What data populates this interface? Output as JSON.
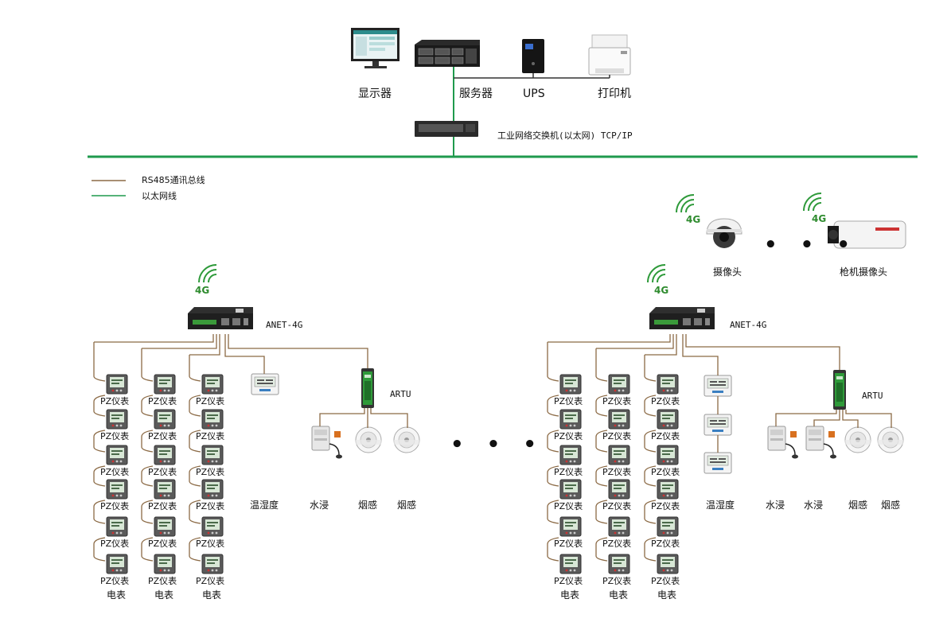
{
  "top": {
    "monitor": "显示器",
    "server": "服务器",
    "ups": "UPS",
    "printer": "打印机",
    "switch": "工业网络交换机(以太网) TCP/IP"
  },
  "legend": {
    "rs485": "RS485通讯总线",
    "ethernet": "以太网线",
    "rs485_color": "#8b6a45",
    "ethernet_color": "#1f9a4d"
  },
  "cameras": {
    "dome": "摄像头",
    "bullet": "枪机摄像头",
    "signal": "4G"
  },
  "groups": [
    {
      "gateway": "ANET-4G",
      "signal": "4G",
      "rtu": "ARTU",
      "meter_label": "PZ仪表",
      "meter_footer": "电表",
      "sensors": [
        "温湿度",
        "水浸",
        "烟感",
        "烟感"
      ]
    },
    {
      "gateway": "ANET-4G",
      "signal": "4G",
      "rtu": "ARTU",
      "meter_label": "PZ仪表",
      "meter_footer": "电表",
      "sensors": [
        "温湿度",
        "水浸",
        "水浸",
        "烟感",
        "烟感"
      ]
    }
  ],
  "ellipsis": "• • •"
}
